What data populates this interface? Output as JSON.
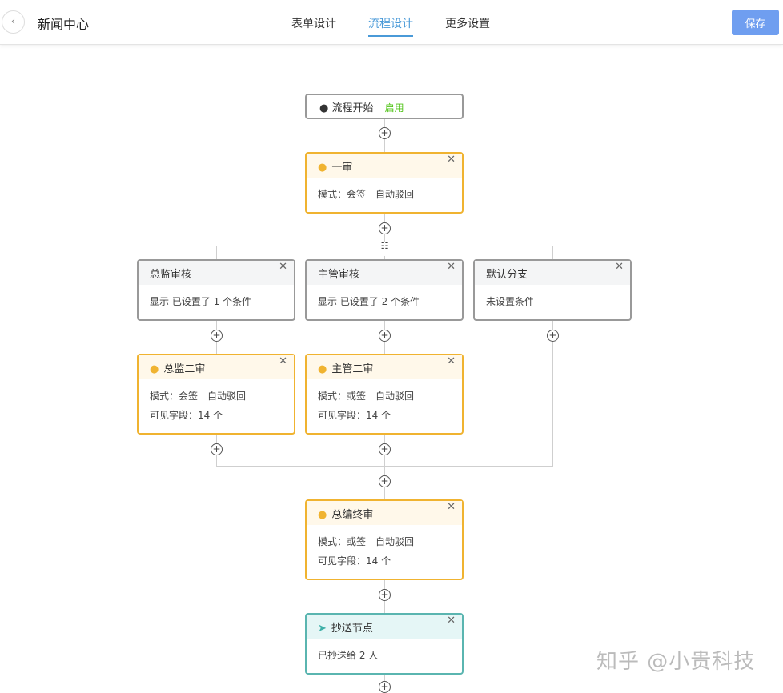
{
  "header": {
    "back_icon": "chevron-left-icon",
    "title": "新闻中心",
    "tabs": [
      {
        "label": "表单设计",
        "active": false
      },
      {
        "label": "流程设计",
        "active": true
      },
      {
        "label": "更多设置",
        "active": false
      }
    ],
    "save_label": "保存"
  },
  "colors": {
    "accent": "#4a9ad8",
    "save": "#6f9ef0",
    "approver": "#f0b330",
    "condition": "#999999",
    "cc": "#5ab5b0",
    "enabled": "#52c41a"
  },
  "flow": {
    "start": {
      "label": "流程开始",
      "status": "启用"
    },
    "first": {
      "title": "一审",
      "mode": "模式：会签　自动驳回"
    },
    "branches": [
      {
        "title": "总监审核",
        "desc": "显示 已设置了 1 个条件"
      },
      {
        "title": "主管审核",
        "desc": "显示 已设置了 2 个条件"
      },
      {
        "title": "默认分支",
        "desc": "未设置条件"
      }
    ],
    "branch_approvers": [
      {
        "title": "总监二审",
        "mode": "模式：会签　自动驳回",
        "fields": "可见字段：14 个"
      },
      {
        "title": "主管二审",
        "mode": "模式：或签　自动驳回",
        "fields": "可见字段：14 个"
      }
    ],
    "final": {
      "title": "总编终审",
      "mode": "模式：或签　自动驳回",
      "fields": "可见字段：14 个"
    },
    "cc": {
      "title": "抄送节点",
      "desc": "已抄送给 2 人"
    }
  },
  "watermark": "知乎 @小贵科技"
}
